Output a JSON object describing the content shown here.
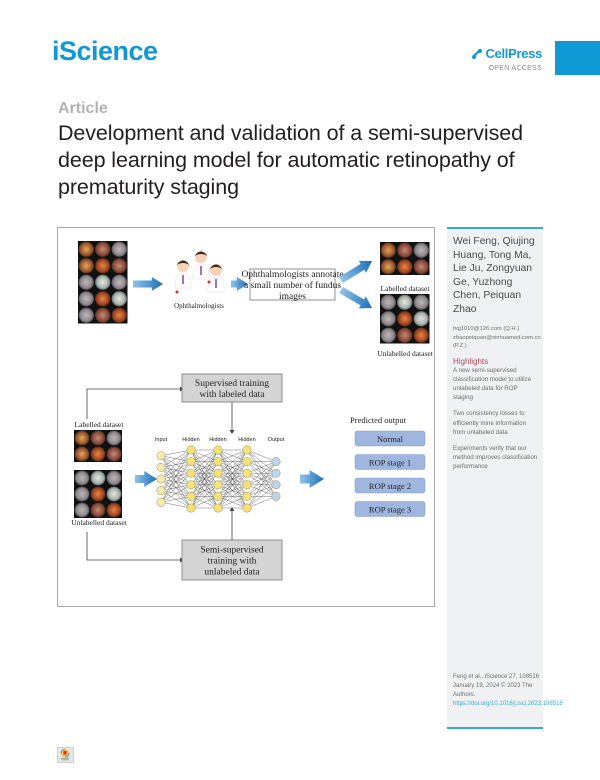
{
  "header": {
    "journal": "iScience",
    "publisher": "CellPress",
    "publisher_tag": "OPEN ACCESS",
    "brand_color": "#0f9ad6"
  },
  "article": {
    "type": "Article",
    "title": "Development and validation of a semi-supervised deep learning model for automatic retinopathy of prematurity staging"
  },
  "graphical_abstract": {
    "ophthalmologists_label": "Ophthalmologists",
    "annotate_box": [
      "Ophthalmologists annotate",
      "a small number of fundus",
      "images"
    ],
    "labelled_dataset": "Labelled dataset",
    "unlabelled_dataset": "Unlabelled dataset",
    "supervised_box": [
      "Supervised training",
      "with labeled data"
    ],
    "semi_supervised_box": [
      "Semi-supervised",
      "training with",
      "unlabeled data"
    ],
    "layer_labels": [
      "Input",
      "Hidden",
      "Hidden",
      "Hidden",
      "Output"
    ],
    "predicted_output_title": "Predicted output",
    "outputs": [
      "Normal",
      "ROP stage 1",
      "ROP stage 2",
      "ROP stage 3"
    ]
  },
  "sidebar": {
    "authors": "Wei Feng, Qiujing Huang, Tong Ma, Lie Ju, Zongyuan Ge, Yuzhong Chen, Peiquan Zhao",
    "emails": [
      "hqj1010@126.com (Q.H.)",
      "zhaopeiquan@xinhuamed.com.cn (P.Z.)"
    ],
    "highlights_title": "Highlights",
    "highlights": [
      "A new semi-supervised classification model to utilize unlabeled data for ROP staging",
      "Two consistency losses to efficiently mine information from unlabeled data",
      "Experiments verify that our method improves classification performance"
    ],
    "citation": "Feng et al., iScience 27, 108516 January 19, 2024 © 2023 The Authors.",
    "doi": "https://doi.org/10.1016/j.isci.2023.108516"
  },
  "footer": {
    "crossmark_icon": "check-for-updates-icon"
  }
}
